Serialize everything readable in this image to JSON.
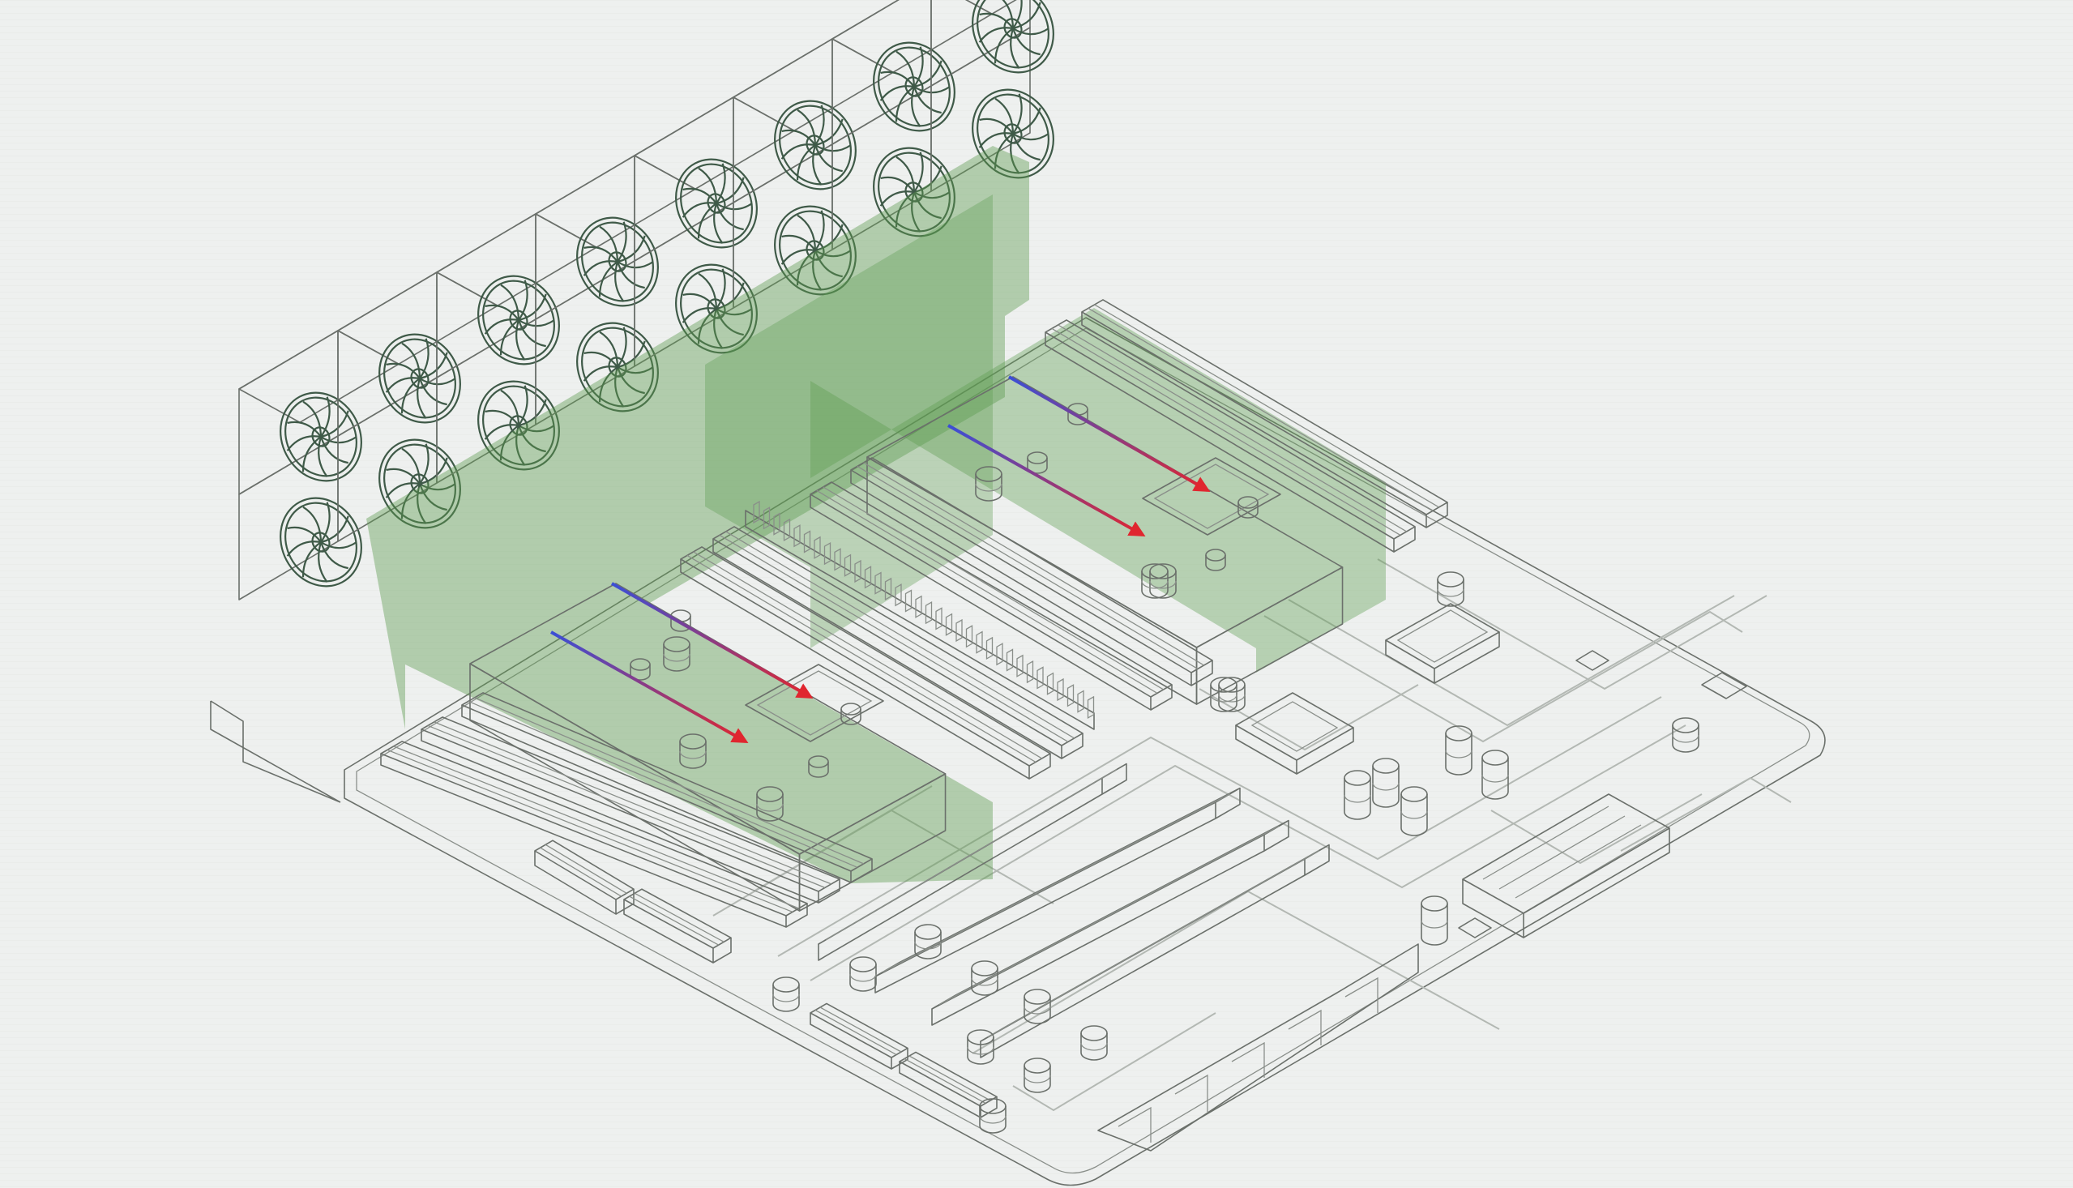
{
  "diagram": {
    "kind": "isometric server motherboard with GPU cooling",
    "colors": {
      "background": "#eef0ef",
      "line": "#6b706b",
      "trace": "#b3b8b3",
      "cooling_zone": "#5d9b4f",
      "fan": "#3f5a48",
      "air_cold": "#3b4fd6",
      "air_hot": "#e0262f"
    },
    "fan_wall": {
      "columns": 8,
      "rows": 2
    },
    "gpu_modules": [
      {
        "id": "gpu-1",
        "airflow": [
          "cold",
          "hot"
        ]
      },
      {
        "id": "gpu-2",
        "airflow": [
          "cold",
          "hot"
        ]
      }
    ],
    "components": [
      "fan-wall",
      "gpu-module",
      "memory-dimm-bank",
      "expansion-slot",
      "cpu-chip",
      "capacitor",
      "io-port",
      "power-connector"
    ]
  }
}
